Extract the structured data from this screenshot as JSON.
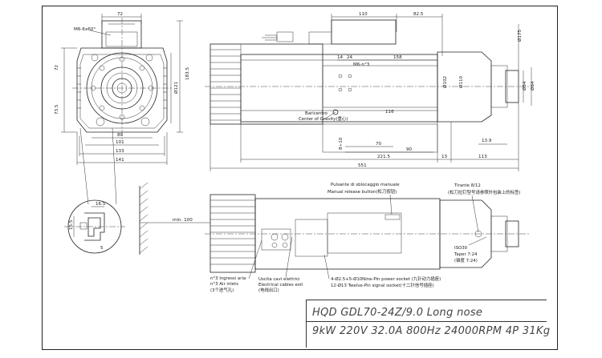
{
  "title_block": {
    "model": "HQD GDL70-24Z/9.0 Long nose",
    "specs": "9kW 220V 32.0A 800Hz 24000RPM 4P 31Kg"
  },
  "front_view": {
    "dims": {
      "top_width": "72",
      "thread": "M6-6x60°",
      "height_72": "72",
      "height_73_5": "73.5",
      "height_183_5": "183.5",
      "dia_121": "Ø121",
      "w80": "80",
      "w101": "101",
      "w133": "133",
      "w141": "141"
    }
  },
  "detail_view": {
    "dims": {
      "d16_5": "16.5",
      "d15_5": "15.5",
      "d5": "5"
    }
  },
  "side_view": {
    "dims": {
      "d110": "110",
      "d82_5": "82.5",
      "d14": "14",
      "d24": "24",
      "d158": "158",
      "m6": "M6-n°3",
      "d102": "Ø102",
      "d110c": "Ø110",
      "d175": "Ø175",
      "d54": "Ø54",
      "d64": "Ø64",
      "d116": "116",
      "d8_10": "8÷10",
      "d70": "70",
      "d90": "90",
      "d221_5": "221.5",
      "d13": "13",
      "d113": "113",
      "d13_9": "13.9",
      "d551": "551"
    },
    "cog_it": "Baricentro",
    "cog_en": "Center of Gravity(重心)"
  },
  "bottom_view": {
    "release_it": "Pulsante di sblocaggio manuale",
    "release_en": "Manual release button(松刀按钮)",
    "tirante": "Tirante 8/12",
    "tirante_cn": "(松刀拉钉型号请参照外包装上的标签)",
    "iso30": "ISO30",
    "taper": "Taper 7:24",
    "taper_cn": "(锥度 7:24)",
    "min100": "min. 100",
    "air_it": "n°3 Ingressi aria",
    "air_en": "n°3 Air inlets",
    "air_cn": "(3个进气孔)",
    "cable_it": "Uscita cavi elettrici",
    "cable_en": "Electrical cables exit",
    "cable_cn": "(电线出口)",
    "socket1": "4-Ø2.5+5-Ø10Nine-Pin power socket (九针动力插座)",
    "socket2": "12-Ø13 Twelve-Pin signal socket(十二针信号插座)"
  }
}
